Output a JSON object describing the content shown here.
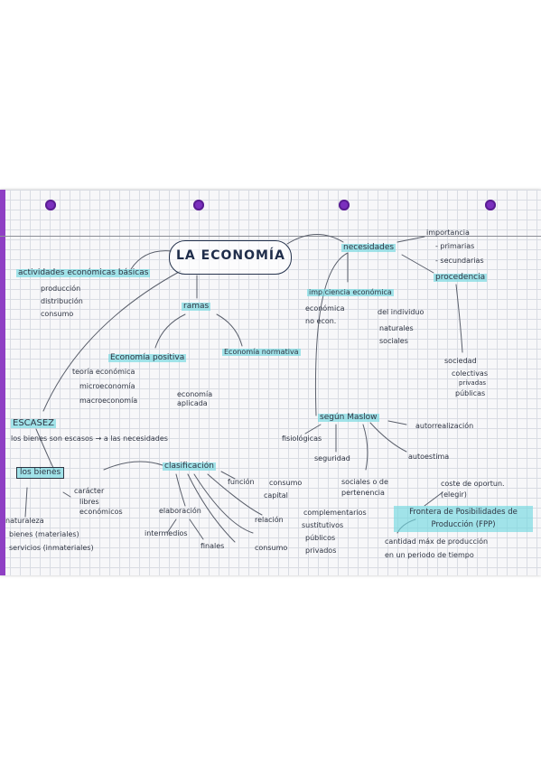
{
  "title": "LA ECONOMÍA",
  "nodes": {
    "actividades": "actividades económicas básicas",
    "produccion": "producción",
    "distribucion": "distribución",
    "consumo": "consumo",
    "ramas": "ramas",
    "economia_positiva": "Economía positiva",
    "teoria_economica": "teoría económica",
    "microeconomia": "microeconomía",
    "macroeconomia": "macroeconomía",
    "economia_aplicada": "economía aplicada",
    "economia_normativa": "Economía normativa",
    "escasez": "ESCASEZ",
    "escasez_def": "los bienes son escasos → a las necesidades",
    "necesidades": "necesidades",
    "importancia": "importancia",
    "primarias": "- primarias",
    "secundarias": "- secundarias",
    "procedencia": "procedencia",
    "imp_ciencia": "imp ciencia económica",
    "economica": "económica",
    "no_econ": "no econ.",
    "del_individuo": "del individuo",
    "naturales": "naturales",
    "sociales": "sociales",
    "sociedad": "sociedad",
    "colectivas": "colectivas",
    "privadas": "privadas",
    "publicas": "públicas",
    "segun_maslow": "según Maslow",
    "autorrealizacion": "autorrealización",
    "fisiologicas": "fisiológicas",
    "seguridad": "seguridad",
    "autoestima": "autoestima",
    "sociales_pertenencia": "sociales o de pertenencia",
    "los_bienes": "los bienes",
    "caracter": "carácter",
    "libres": "libres",
    "economicos": "económicos",
    "naturaleza": "naturaleza",
    "bienes_materiales": "bienes (materiales)",
    "servicios_inmateriales": "servicios (inmateriales)",
    "clasificacion": "clasificación",
    "elaboracion": "elaboración",
    "intermedios": "intermedios",
    "finales": "finales",
    "funcion": "función",
    "de_consumo": "consumo",
    "capital": "capital",
    "relacion": "relación",
    "complementarios": "complementarios",
    "sustitutivos": "sustitutivos",
    "consumo_tipo": "consumo",
    "publicos": "públicos",
    "privados": "privados",
    "coste_oportunidad": "coste de oportun. (elegir)",
    "frontera": "Frontera de Posibilidades de Producción (FPP)",
    "frontera_def1": "cantidad máx de producción",
    "frontera_def2": "en un periodo de tiempo"
  },
  "colors": {
    "highlight": "#73d8e0",
    "ink": "#2e3442",
    "binding": "#8f3fc4",
    "grid": "#d9dce3"
  }
}
